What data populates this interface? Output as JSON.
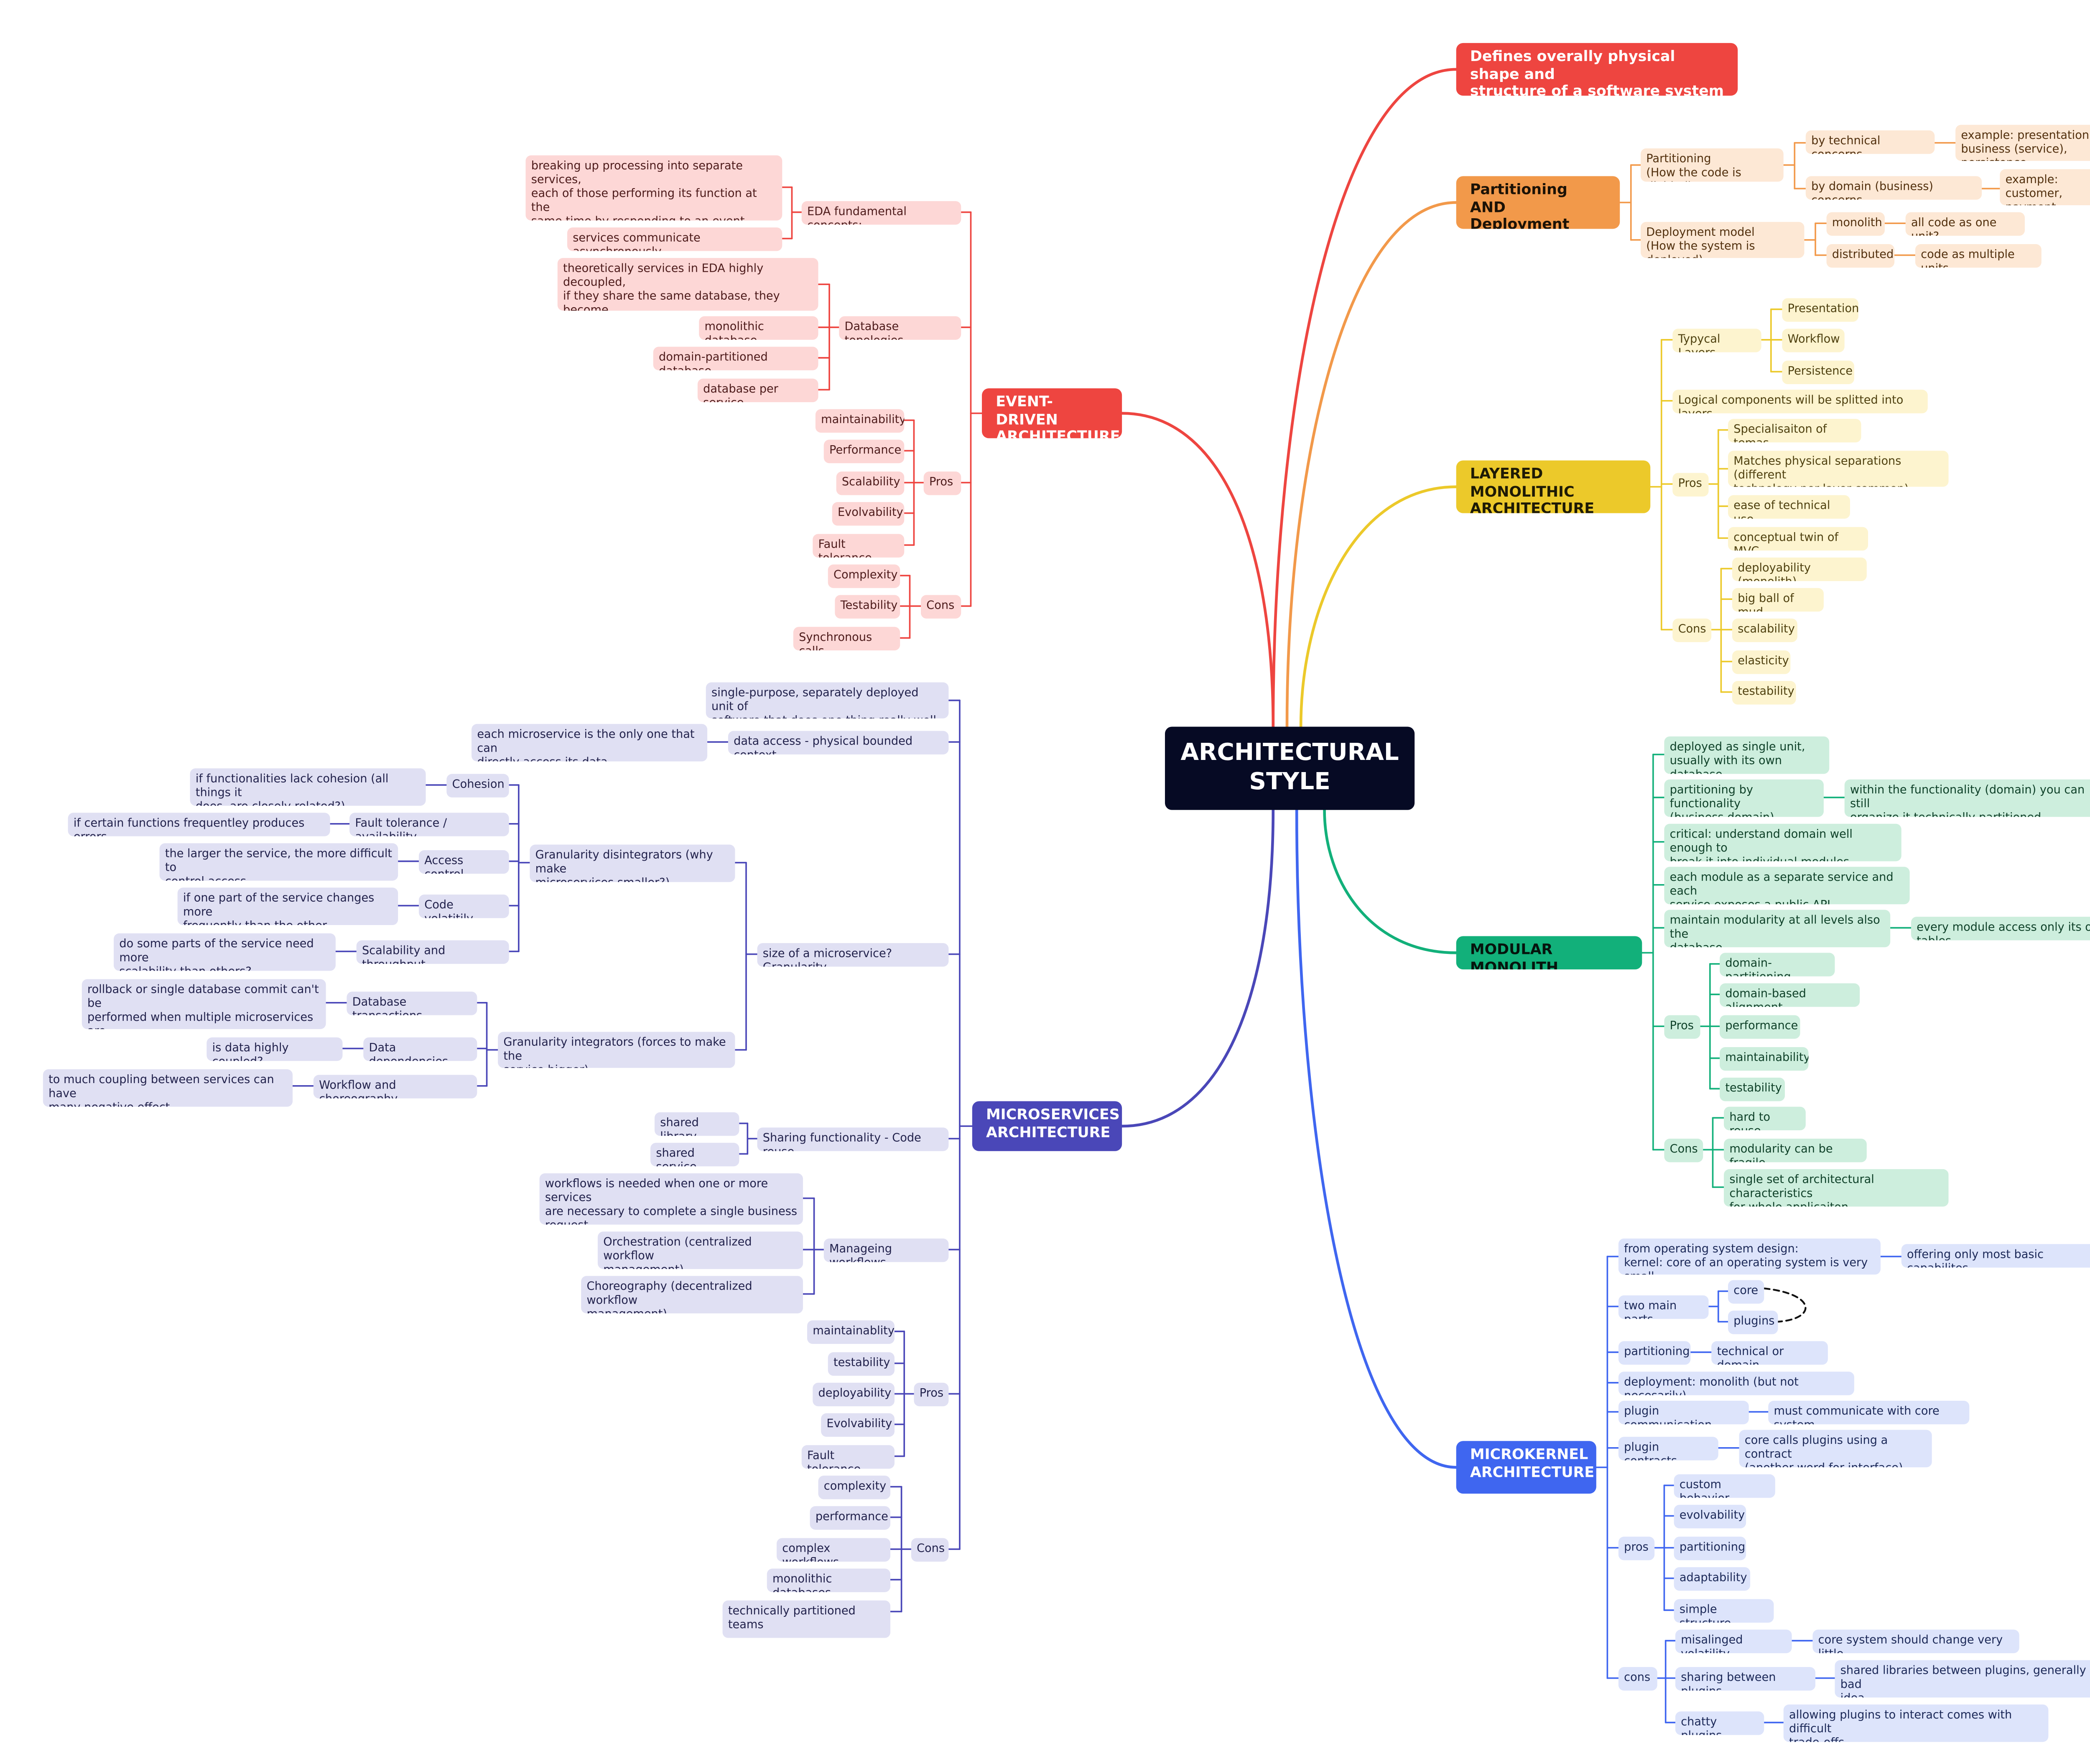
{
  "root": {
    "label": "ARCHITECTURAL\nSTYLE"
  },
  "colors": {
    "red": "#ee4540",
    "orange": "#f2994a",
    "yellow": "#ecc92a",
    "green": "#12b07a",
    "purple": "#4a47b8",
    "blue": "#3f66f0",
    "root": "#060a24"
  },
  "branches": {
    "definition": {
      "label": "Defines overally physical shape and\nstructure of a software system"
    },
    "partitioning": {
      "label": "Partitioning AND\nDeployment model",
      "partitioning": "Partitioning\n(How the code is divided)",
      "by_technical": "by technical concerns",
      "tech_example": "example: presentation,\nbusiness (service), persistence",
      "by_domain": "by domain (business) concerns",
      "domain_example": "example: customer,\npayment, shipping",
      "deployment": "Deployment model\n(How the system is deployed)",
      "monolith": "monolith",
      "monolith_desc": "all code as one unit?",
      "distributed": "distributed",
      "distributed_desc": "code as multiple units"
    },
    "layered": {
      "label": "LAYERED MONOLITHIC\nARCHITECTURE",
      "typical_layers": "Typycal Layers",
      "layers": [
        "Presentation",
        "Workflow",
        "Persistence"
      ],
      "logical": "Logical components will be splitted into layers",
      "pros_label": "Pros",
      "pros": [
        "Specialisaiton of temas",
        "Matches physical separations (different\ntechnology per layer common)",
        "ease of technical use",
        "conceptual twin of MVC"
      ],
      "cons_label": "Cons",
      "cons": [
        "deployability (monolith)",
        "big ball of mud",
        "scalability",
        "elasticity",
        "testability"
      ]
    },
    "modular": {
      "label": "MODULAR MONOLITH",
      "deployed": "deployed as single unit,\nusually with its own database",
      "partitioning": "partitioning by functionality\n(business domain)",
      "partitioning_detail": "within the functionality (domain) you can still\norganize it technically partitioned",
      "critical": "critical: understand domain well enough to\nbreak it into individual modules",
      "each_module": "each module as a separate service and each\nservice exposes a public API",
      "maintain": "maintain modularity at all levels also the\ndatabase",
      "maintain_detail": "every module access only its own tables",
      "pros_label": "Pros",
      "pros": [
        "domain-partitioning",
        "domain-based alignment",
        "performance",
        "maintainability",
        "testability"
      ],
      "cons_label": "Cons",
      "cons": [
        "hard to reuse",
        "modularity can be fragile",
        "single set of architectural characteristics\nfor whole applicaiton"
      ]
    },
    "microkernel": {
      "label": "MICROKERNEL\nARCHITECTURE",
      "origin": "from operating system design:\nkernel: core of an operating system is very small",
      "origin_detail": "offering only most basic capabilites",
      "two_parts": "two main parts",
      "core": "core",
      "plugins": "plugins",
      "partitioning": "partitioning",
      "partitioning_detail": "technical or domain",
      "deployment": "deployment: monolith (but not necesarily)",
      "plugin_comm": "plugin communication",
      "plugin_comm_detail": "must communicate with core system",
      "plugin_contracts": "plugin contracts",
      "plugin_contracts_detail": "core calls plugins using a contract\n(another word for interface)",
      "pros_label": "pros",
      "pros": [
        "custom behavior",
        "evolvability",
        "partitioning",
        "adaptability",
        "simple structure"
      ],
      "cons_label": "cons",
      "cons": [
        {
          "label": "misalinged volatility",
          "detail": "core system should change very little"
        },
        {
          "label": "sharing between plugins",
          "detail": "shared libraries between plugins, generally bad\nidea"
        },
        {
          "label": "chatty plugins",
          "detail": "allowing plugins to interact comes with difficult\ntrade-offs"
        }
      ]
    },
    "eda": {
      "label": "EVENT-DRIVEN\nARCHITECTURE",
      "fundamentals": "EDA fundamental concepts:",
      "fund_1": "breaking up processing into separate services,\neach of those performing its function at the\nsame time by responding to an event\n(something that just happened)",
      "fund_2": "services communicate asynchronously",
      "db_topologies": "Database topologies",
      "db_note": "theoretically services in EDA highly decoupled,\nif they share the same database, they become\nhighly coupled again",
      "db_items": [
        "monolithic database",
        "domain-partitioned database",
        "database per service"
      ],
      "pros_label": "Pros",
      "pros": [
        "maintainability",
        "Performance",
        "Scalability",
        "Evolvability",
        "Fault tolerance"
      ],
      "cons_label": "Cons",
      "cons": [
        "Complexity",
        "Testability",
        "Synchronous calls"
      ]
    },
    "microservices": {
      "label": "MICROSERVICES\nARCHITECTURE",
      "single_purpose": "single-purpose, separately deployed unit of\nsoftware that does one thing really well",
      "data_access": "data access - physical bounded context",
      "data_access_detail": "each microservice is the only one that can\ndirectly access its data",
      "size": "size of a microservice? Granularity",
      "disintegrators": "Granularity disintegrators (why make\nmicroservices smaller?)",
      "disintegrator_items": [
        {
          "label": "Cohesion",
          "detail": "if functionalities lack cohesion (all things it\ndoes, are closely related?)"
        },
        {
          "label": "Fault tolerance / availability",
          "detail": "if certain functions frequentley produces errors"
        },
        {
          "label": "Access control",
          "detail": "the larger the service, the more difficult to\ncontrol access"
        },
        {
          "label": "Code volatitily",
          "detail": "if one part of the service changes more\nfrequently than the other"
        },
        {
          "label": "Scalability and throughput",
          "detail": "do some parts of the service need more\nscalability than others?"
        }
      ],
      "integrators": "Granularity integrators (forces to make the\nservice bigger)",
      "integrator_items": [
        {
          "label": "Database transactions",
          "detail": "rollback or single database commit can't be\nperformed when multiple microservices are\ninvolved"
        },
        {
          "label": "Data dependencies",
          "detail": "is data highly coupled?"
        },
        {
          "label": "Workflow and choreography",
          "detail": "to much coupling between services can have\nmany negative effect"
        }
      ],
      "sharing": "Sharing functionality - Code reuse",
      "sharing_items": [
        "shared library",
        "shared service"
      ],
      "workflows": "Manageing workflows",
      "workflow_items": [
        "workflows is needed when one or more services\nare necessary to complete a single business\nrequest",
        "Orchestration (centralized workflow\nmanagement)",
        "Choreography (decentralized workflow\nmanagement)"
      ],
      "pros_label": "Pros",
      "pros": [
        "maintainablity",
        "testability",
        "deployability",
        "Evolvability",
        "Fault tolerance"
      ],
      "cons_label": "Cons",
      "cons": [
        "complexity",
        "performance",
        "complex workflows",
        "monolithic databases",
        "technically partitioned teams"
      ]
    }
  }
}
